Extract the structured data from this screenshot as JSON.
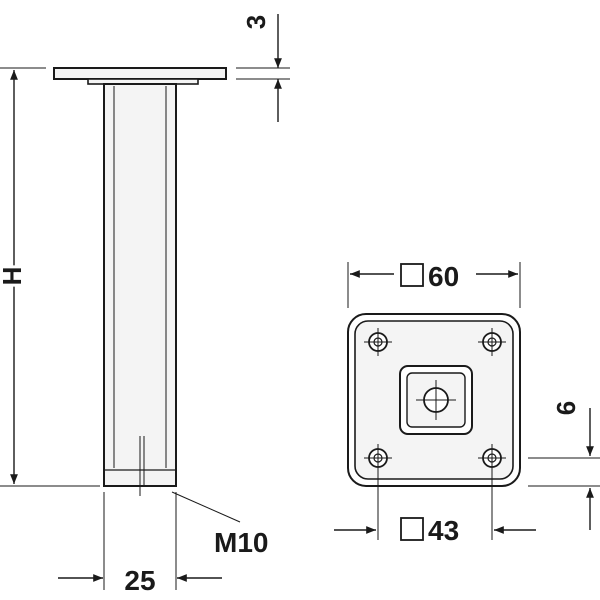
{
  "dimensions": {
    "plate_thickness": "3",
    "height": "H",
    "plate_width": "60",
    "hole_spacing": "43",
    "inner_offset": "6",
    "thread": "M10",
    "tube_diameter": "25"
  },
  "colors": {
    "line": "#1a1a1a",
    "background": "#ffffff",
    "fill": "#f4f4f4"
  }
}
